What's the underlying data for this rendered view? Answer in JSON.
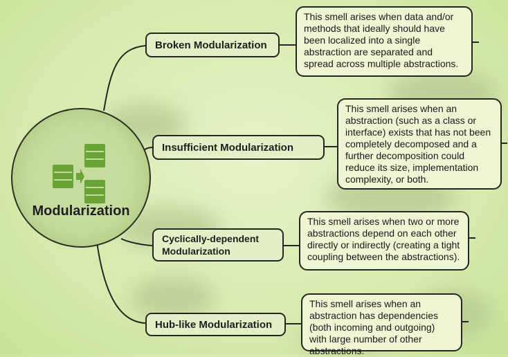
{
  "central": {
    "title": "Modularization",
    "icon": "modularization-icon"
  },
  "branches": [
    {
      "label": "Broken Modularization",
      "description": "This smell arises when data and/or methods that ideally should have been localized into a single abstraction are separated and spread across multiple abstractions."
    },
    {
      "label": "Insufficient Modularization",
      "description": "This smell arises when an abstraction (such as a class or interface) exists that has not been completely decomposed and a further decomposition could reduce its size, implementation complexity, or both."
    },
    {
      "label": "Cyclically-dependent Modularization",
      "description": "This smell arises when two or more abstractions depend on each other directly or indirectly (creating a tight coupling between the abstractions)."
    },
    {
      "label": "Hub-like Modularization",
      "description": "This smell arises when an abstraction has dependencies (both incoming and outgoing) with large number of other abstractions."
    }
  ],
  "colors": {
    "icon": "#6aa336",
    "line": "#262620",
    "background": "#d7ebae"
  }
}
